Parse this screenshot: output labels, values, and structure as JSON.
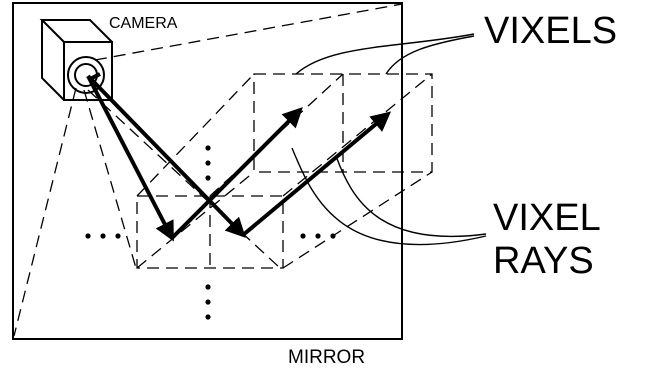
{
  "labels": {
    "camera": "CAMERA",
    "mirror": "MIRROR",
    "vixels": "VIXELS",
    "vixel_rays_line1": "VIXEL",
    "vixel_rays_line2": "RAYS"
  },
  "colors": {
    "ink": "#000000",
    "background": "#ffffff"
  }
}
